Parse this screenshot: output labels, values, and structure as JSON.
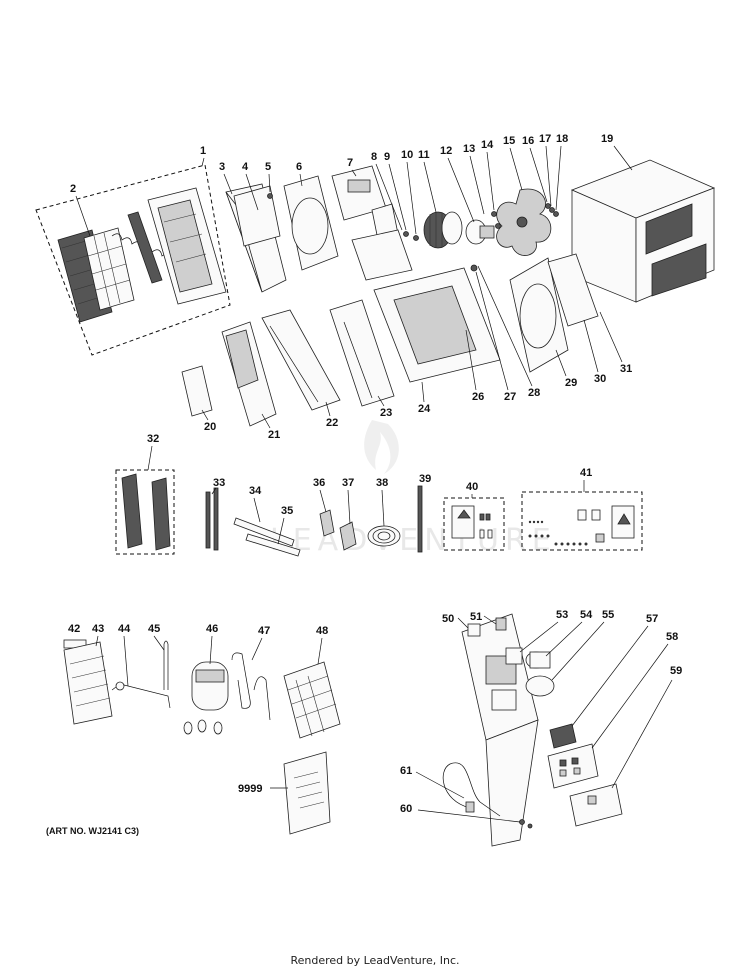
{
  "diagram": {
    "art_number": "(ART NO. WJ2141 C3)",
    "credit": "Rendered by LeadVenture, Inc.",
    "watermark": "LEADVENTURE",
    "callouts": {
      "p1": "1",
      "p2": "2",
      "p3": "3",
      "p4": "4",
      "p5": "5",
      "p6": "6",
      "p7": "7",
      "p8": "8",
      "p9": "9",
      "p10": "10",
      "p11": "11",
      "p12": "12",
      "p13": "13",
      "p14": "14",
      "p15": "15",
      "p16": "16",
      "p17": "17",
      "p18": "18",
      "p19": "19",
      "p20": "20",
      "p21": "21",
      "p22": "22",
      "p23": "23",
      "p24": "24",
      "p26": "26",
      "p27": "27",
      "p28": "28",
      "p29": "29",
      "p30": "30",
      "p31": "31",
      "p32": "32",
      "p33": "33",
      "p34": "34",
      "p35": "35",
      "p36": "36",
      "p37": "37",
      "p38": "38",
      "p39": "39",
      "p40": "40",
      "p41": "41",
      "p42": "42",
      "p43": "43",
      "p44": "44",
      "p45": "45",
      "p46": "46",
      "p47": "47",
      "p48": "48",
      "p50": "50",
      "p51": "51",
      "p53": "53",
      "p54": "54",
      "p55": "55",
      "p57": "57",
      "p58": "58",
      "p59": "59",
      "p60": "60",
      "p61": "61",
      "p9999": "9999"
    }
  }
}
